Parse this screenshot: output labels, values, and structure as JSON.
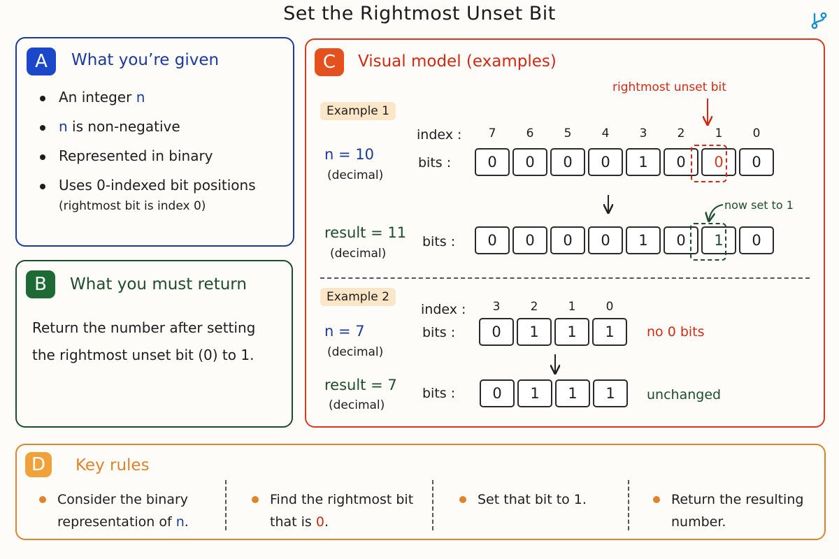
{
  "title": "Set the Rightmost Unset Bit",
  "logo_icon": "git-branch-icon",
  "colors": {
    "blue": "#1b3a9a",
    "green": "#1e4d2b",
    "red": "#d83a1e",
    "orange": "#e0832b"
  },
  "panelA": {
    "badge": "A",
    "heading": "What you’re given",
    "items": [
      {
        "pre": "An integer ",
        "var": "n",
        "post": ""
      },
      {
        "pre": "",
        "var": "n",
        "post": " is non-negative"
      },
      {
        "pre": "Represented in binary",
        "var": "",
        "post": ""
      },
      {
        "pre": "Uses 0-indexed bit positions",
        "var": "",
        "post": "",
        "sub": "(rightmost bit is index 0)"
      }
    ]
  },
  "panelB": {
    "badge": "B",
    "heading": "What you must return",
    "text": "Return the number after setting the rightmost unset bit (0) to 1."
  },
  "panelC": {
    "badge": "C",
    "heading": "Visual model (examples)",
    "index_label": "index :",
    "bits_label": "bits :",
    "example1": {
      "tag": "Example 1",
      "n_label": "n = 10",
      "n_note": "(decimal)",
      "result_label": "result = 11",
      "result_note": "(decimal)",
      "indices": [
        "7",
        "6",
        "5",
        "4",
        "3",
        "2",
        "1",
        "0"
      ],
      "bits_before": [
        "0",
        "0",
        "0",
        "0",
        "1",
        "0",
        "0",
        "0"
      ],
      "bits_after": [
        "0",
        "0",
        "0",
        "0",
        "1",
        "0",
        "1",
        "0"
      ],
      "highlight_index": 6,
      "callout_top": "rightmost unset bit",
      "callout_side": "now set to 1"
    },
    "example2": {
      "tag": "Example 2",
      "n_label": "n = 7",
      "n_note": "(decimal)",
      "result_label": "result = 7",
      "result_note": "(decimal)",
      "indices": [
        "3",
        "2",
        "1",
        "0"
      ],
      "bits_before": [
        "0",
        "1",
        "1",
        "1"
      ],
      "bits_after": [
        "0",
        "1",
        "1",
        "1"
      ],
      "note_before": "no 0 bits",
      "note_after": "unchanged"
    }
  },
  "panelD": {
    "badge": "D",
    "heading": "Key rules",
    "rules": [
      {
        "line1": "Consider the binary",
        "line2_pre": "representation of ",
        "line2_var": "n",
        "line2_post": "."
      },
      {
        "line1": "Find the rightmost bit",
        "line2_pre": "that is ",
        "line2_var": "0",
        "line2_post": "."
      },
      {
        "line1": "Set that bit to 1.",
        "line2_pre": "",
        "line2_var": "",
        "line2_post": ""
      },
      {
        "line1": "Return the resulting",
        "line2_pre": "number.",
        "line2_var": "",
        "line2_post": ""
      }
    ]
  }
}
